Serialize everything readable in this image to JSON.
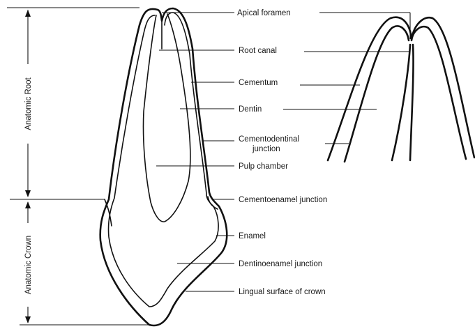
{
  "labels": {
    "apical_foramen": "Apical foramen",
    "root_canal": "Root canal",
    "cementum": "Cementum",
    "dentin": "Dentin",
    "cementodentinal_1": "Cementodentinal",
    "cementodentinal_2": "junction",
    "pulp_chamber": "Pulp chamber",
    "cementoenamel": "Cementoenamel junction",
    "enamel": "Enamel",
    "dentinoenamel": "Dentinoenamel junction",
    "lingual_surface": "Lingual surface of crown",
    "anatomic_root": "Anatomic Root",
    "anatomic_crown": "Anatomic Crown"
  }
}
